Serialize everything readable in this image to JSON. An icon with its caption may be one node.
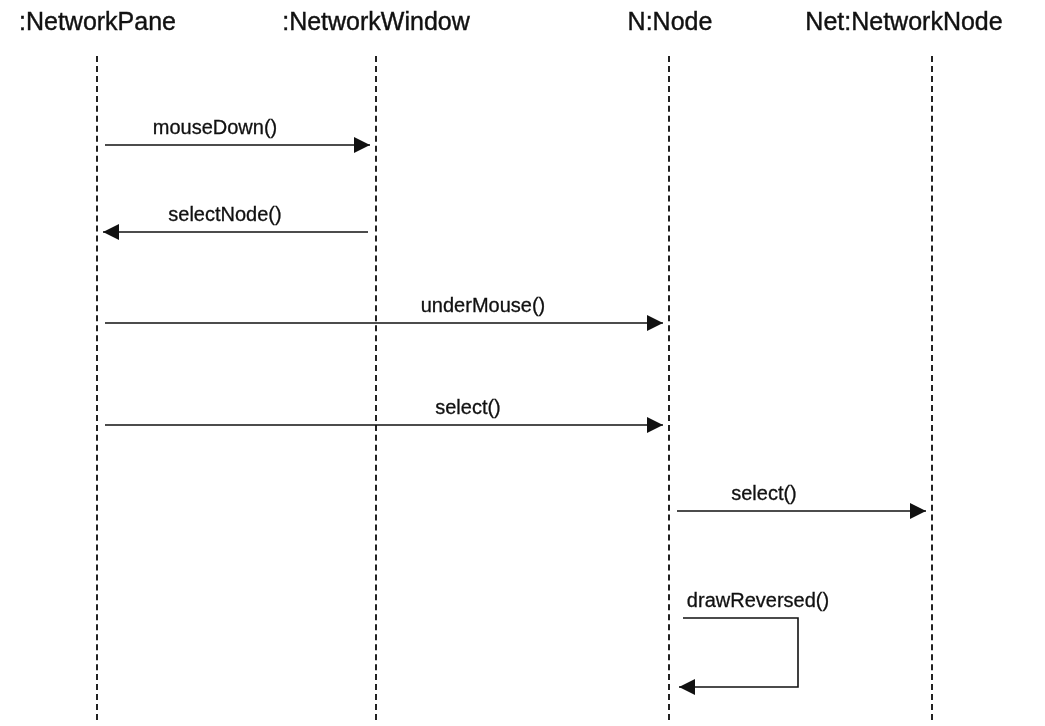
{
  "diagram": {
    "nodes": [
      {
        "text": [
          ":NetworkPane"
        ]
      },
      {
        "text": [
          ":NetworkWindow"
        ]
      },
      {
        "text": [
          "N:Node"
        ]
      },
      {
        "text": [
          "Net:NetworkNode"
        ]
      }
    ],
    "edges": [
      {
        "from": 0,
        "to": 1,
        "arrow": "to",
        "label": "mouseDown()"
      },
      {
        "from": 1,
        "to": 0,
        "arrow": "to",
        "label": "selectNode()"
      },
      {
        "from": 0,
        "to": 2,
        "arrow": "to",
        "label": "underMouse()"
      },
      {
        "from": 0,
        "to": 2,
        "arrow": "to",
        "label": "select()"
      },
      {
        "from": 2,
        "to": 3,
        "arrow": "to",
        "label": "select()"
      },
      {
        "from": 2,
        "to": 2,
        "arrow": "to",
        "label": "drawReversed()"
      }
    ]
  }
}
